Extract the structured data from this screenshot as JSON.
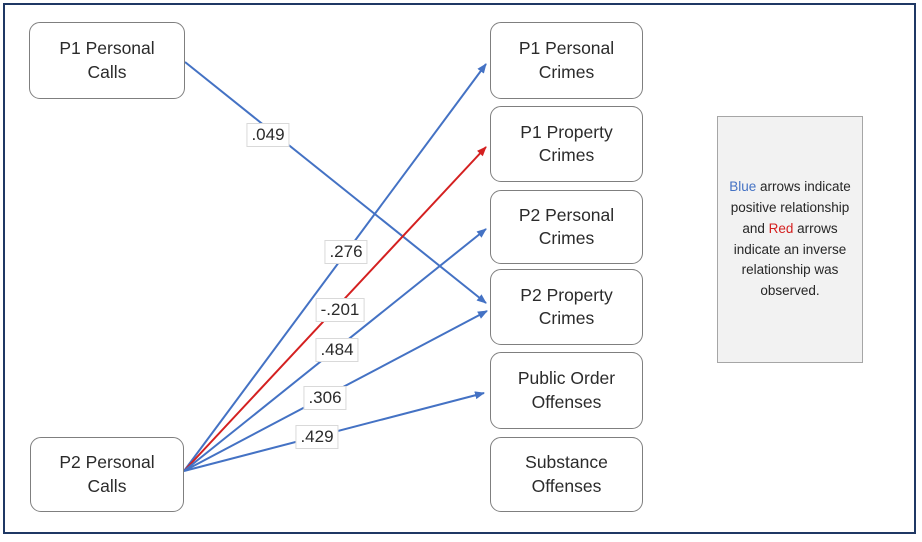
{
  "colors": {
    "blue": "#4472C4",
    "red": "#D42020",
    "frame": "#1F3864"
  },
  "nodes": {
    "p1_calls": {
      "label": "P1 Personal Calls"
    },
    "p2_calls": {
      "label": "P2 Personal Calls"
    },
    "p1_personal_crimes": {
      "label": "P1 Personal Crimes"
    },
    "p1_property_crimes": {
      "label": "P1 Property Crimes"
    },
    "p2_personal_crimes": {
      "label": "P2 Personal Crimes"
    },
    "p2_property_crimes": {
      "label": "P2 Property Crimes"
    },
    "public_order": {
      "label": "Public Order Offenses"
    },
    "substance": {
      "label": "Substance Offenses"
    }
  },
  "edges": [
    {
      "from": "p1_calls",
      "to": "p2_property_crimes",
      "color": "blue",
      "label": ".049"
    },
    {
      "from": "p2_calls",
      "to": "p1_personal_crimes",
      "color": "blue",
      "label": ".276"
    },
    {
      "from": "p2_calls",
      "to": "p1_property_crimes",
      "color": "red",
      "label": "-.201"
    },
    {
      "from": "p2_calls",
      "to": "p2_personal_crimes",
      "color": "blue",
      "label": ".484"
    },
    {
      "from": "p2_calls",
      "to": "p2_property_crimes",
      "color": "blue",
      "label": ".306"
    },
    {
      "from": "p2_calls",
      "to": "public_order",
      "color": "blue",
      "label": ".429"
    }
  ],
  "legend": {
    "segments": [
      {
        "text": "Blue",
        "color": "#4472C4"
      },
      {
        "text": " arrows indicate positive relationship and "
      },
      {
        "text": "Red",
        "color": "#D42020"
      },
      {
        "text": " arrows indicate an inverse relationship was observed."
      }
    ]
  }
}
